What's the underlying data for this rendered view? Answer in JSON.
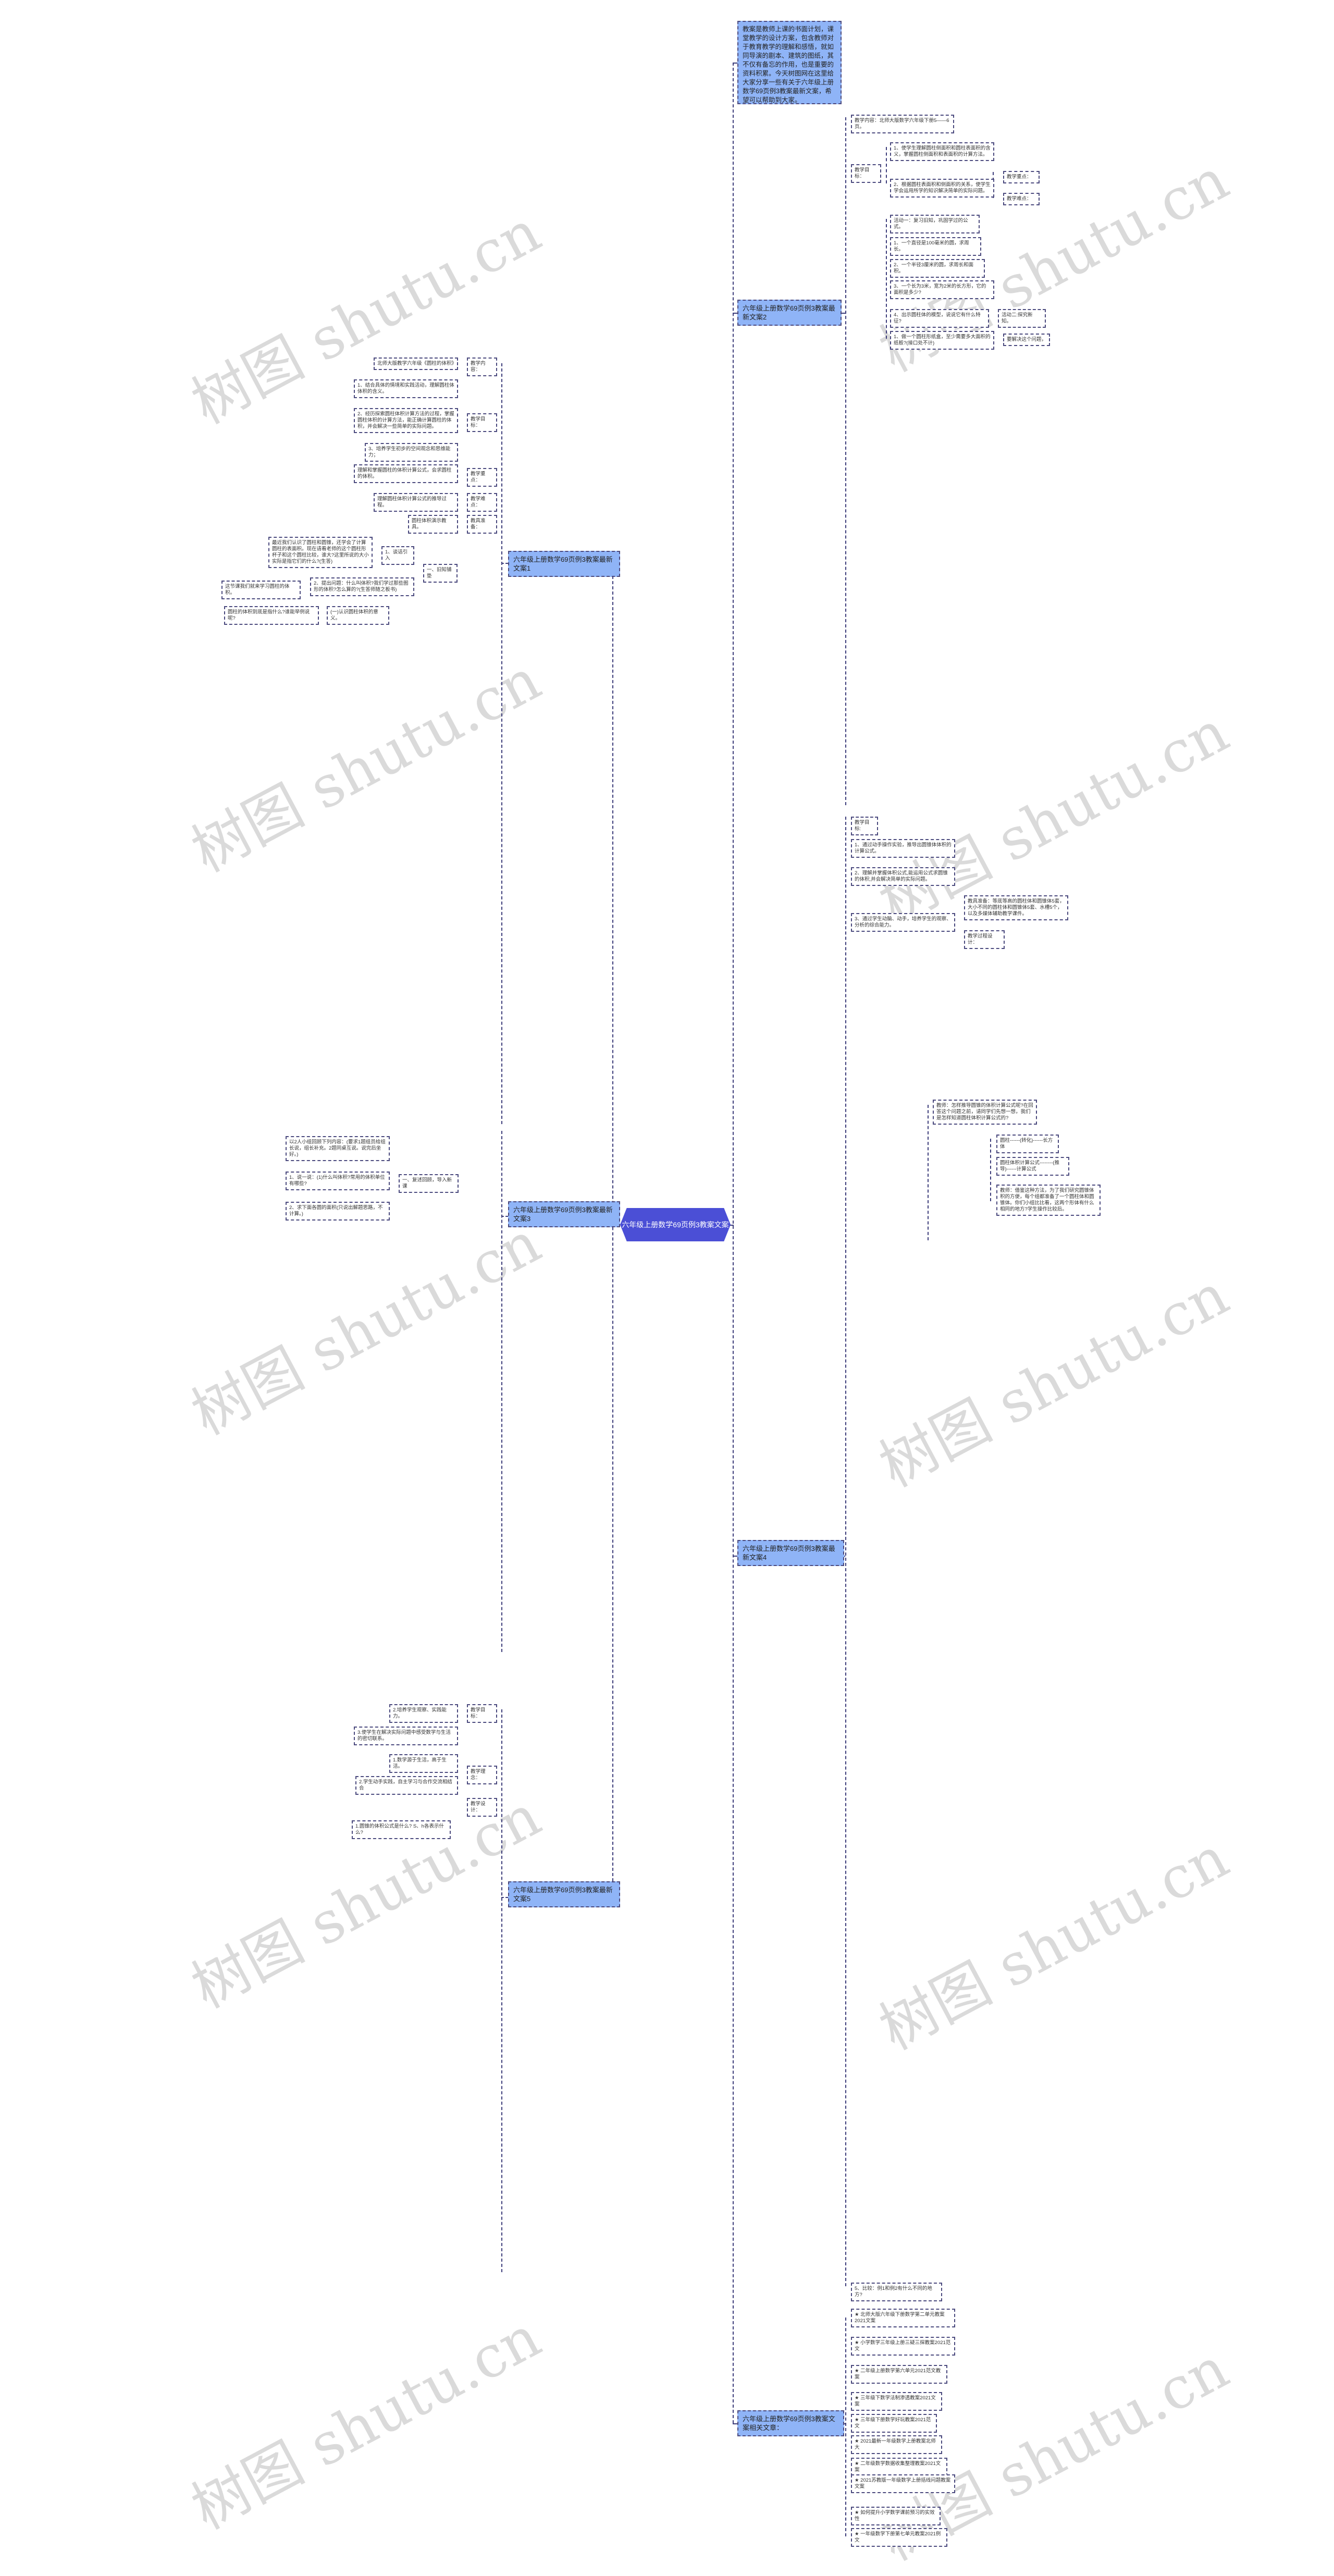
{
  "center": "六年级上册数学69页例3教案文案",
  "intro": "教案是教师上课的书面计划，课堂教学的设计方案，包含教师对于教育教学的理解和感悟，就如同导演的剧本、建筑的图纸，其不仅有备忘的作用，也是重要的资料积累。今天树图网在这里给大家分享一些有关于六年级上册数学69页例3教案最新文案，希望可以帮助到大家。",
  "watermark": "树图 shutu.cn",
  "branches": {
    "b1": "六年级上册数学69页例3教案最新文案1",
    "b2": "六年级上册数学69页例3教案最新文案2",
    "b3": "六年级上册数学69页例3教案最新文案3",
    "b4": "六年级上册数学69页例3教案最新文案4",
    "b5": "六年级上册数学69页例3教案最新文案5",
    "related": "六年级上册数学69页例3教案文案相关文章："
  },
  "b1": {
    "content_label": "教学内容：",
    "content": "北师大版教学六年级《圆柱的体积》",
    "goal_label": "教学目标：",
    "goal1": "1、结合具体的情境和实践活动，理解圆柱体体积的含义。",
    "goal2": "2、经历探索圆柱体积计算方法的过程，掌握圆柱体积的计算方法，能正确计算圆柱的体积，并会解决一些简单的实际问题。",
    "goal3": "3、培养学生初步的空间观念和思维能力；",
    "key_label": "教学重点：",
    "key": "理解和掌握圆柱的体积计算公式，会求圆柱的体积。",
    "diff_label": "教学难点：",
    "diff": "理解圆柱体积计算公式的推导过程。",
    "tool_label": "教具准备：",
    "tool": "圆柱体积演示教具。",
    "step1": "一、旧知铺垫",
    "talk": "1、谈话引入",
    "talk_text": "最近我们认识了圆柱和圆锥，还学会了计算圆柱的表面积。现在请看老师的这个圆柱形杯子和这个圆柱比较，谁大?这里所说的大小实际是指它们的什么?(生答)",
    "ask": "2、提出问题：什么叫体积?我们学过那些图形的体积?怎么算的?(生答师随之板书)",
    "ask_text": "这节课我们就来学习圆柱的体积。",
    "meaning": "(一)认识圆柱体积的意义。",
    "meaning_text": "圆柱的体积到底是指什么?谁能举例说呢?"
  },
  "b2": {
    "content": "教学内容：北师大版数学六年级下册5——6页。",
    "goal_label": "教学目标：",
    "goal1": "1、使学生理解圆柱侧面积和圆柱表面积的含义，掌握圆柱侧面积和表面积的计算方法。",
    "goal2": "2、根据圆柱表面积和侧面积的关系，使学生学会运用所学的知识解决简单的实际问题。",
    "key": "教学重点：",
    "diff": "教学难点：",
    "act1": "活动一：复习旧知，巩固学过的公式。",
    "q1": "1、一个直径是100毫米的圆，求周长。",
    "q2": "2、一个半径3厘米的圆，求周长和面积。",
    "q3": "3、一个长为3米，宽为2米的长方形，它的面积是多少?",
    "q4": "4、出示圆柱体的模型，说说它有什么特征?",
    "act2": "活动二:探究新知。",
    "q5": "1、做一个圆柱形纸盒，至少需要多大面积的纸板?(接口处不计)",
    "q5a": "要解决这个问题，"
  },
  "b3": {
    "review": "一、复述回顾，导入新课",
    "group": "以2人小组回顾下列内容：(要求1题组员给组长说，组长补充。2题同桌互说。说完后坐好。)",
    "say": "1、说一说：(1)什么叫体积?常用的体积单位有哪些?",
    "area": "2、求下面各圆的面积(只说出解题思路，不计算。)"
  },
  "b4": {
    "goal_label": "教学目标:",
    "goal1": "1、通过动手操作实验，推导出圆锥体体积的计算公式。",
    "goal2": "2、理解并掌握体积公式,能运用公式求圆锥的体积,并会解决简单的实际问题。",
    "goal3": "3、通过学生动脑、动手，培养学生的观察、分析的综合能力。",
    "tool": "教具准备：等底等高的圆柱体和圆锥体5套，大小不同的圆柱体和圆锥体5套、水槽5个，以及多媒体辅助教学课件。",
    "process": "教学过程设计：",
    "teacher1": "教师：怎样推导圆锥的体积计算公式呢?在回答这个问题之前，请同学们先想一想，我们是怎样知道圆柱体积计算公式的?",
    "conv": "圆柱------(转化)------长方体",
    "formula": "圆柱体积计算公式--------(推导)------计算公式",
    "teacher2": "教师：借鉴这种方法，为了我们研究圆锥体积的方便，每个组都准备了一个圆柱体和圆锥体。你们小组比比看，这两个形体有什么相同的地方?学生操作比较后。"
  },
  "b5": {
    "goal_label": "教学目标：",
    "goal2": "2.培养学生观察、实践能力。",
    "goal3": "3.使学生在解决实际问题中感受数学与生活的密切联系。",
    "idea_label": "教学理念：",
    "idea1": "1.数学源于生活，高于生活。",
    "idea2": "2.学生动手实践，自主学习与合作交流相结合",
    "design_label": "教学设计：",
    "q1": "1.圆锥的体积公式是什么? S、h各表示什么?"
  },
  "b4_compare": "5、比较：例1和例2有什么不同的地方?",
  "related": [
    "★ 北师大版六年级下册数学第二单元教案2021文案",
    "★ 小学数学三年级上册三疑三探教案2021范文",
    "★ 二年级上册数学第六单元2021范文教案",
    "★ 三年级下数学法制渗透教案2021文案",
    "★ 三年级下册数学好玩教案2021范文",
    "★ 2021最新一年级数学上册教案北师大",
    "★ 二年级数学数据收集整理教案2021文案",
    "★ 2021苏教版一年级数学上册括线问题教案文案",
    "★ 如何提升小学数学课前预习的实效性",
    "★ 一年级数学下册第七单元教案2021例文"
  ]
}
